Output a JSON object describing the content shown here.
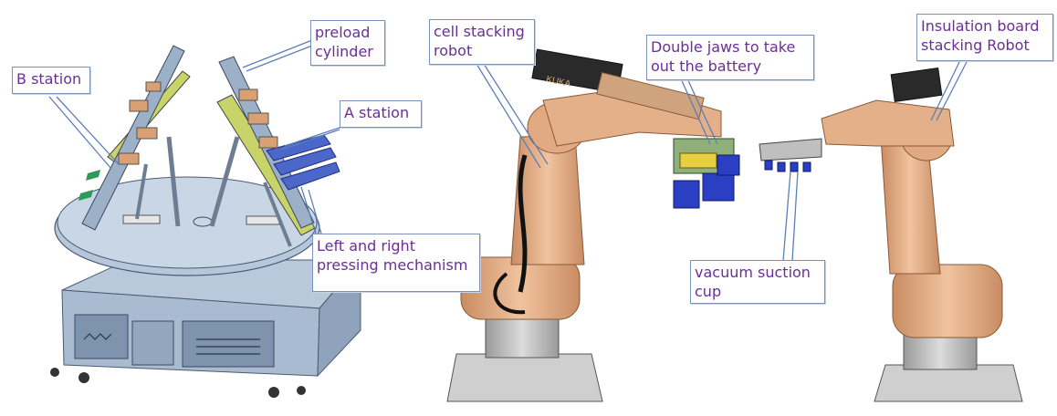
{
  "labels": {
    "b_station": "B station",
    "preload_cylinder": "preload\ncylinder",
    "a_station": "A station",
    "pressing": "Left and right\npressing mechanism",
    "cell_robot": "cell stacking\nrobot",
    "double_jaws": "Double jaws to take\nout the battery",
    "vacuum": "vacuum suction\ncup",
    "insulation_robot": "Insulation board\nstacking Robot"
  },
  "robot_brand": "KUKA",
  "colors": {
    "label_text": "#6a2f97",
    "callout_border": "#7a93b8",
    "leader": "#5b7fb8",
    "robot_orange": "#e4b08a",
    "robot_shadow": "#c98c62",
    "frame_blue": "#9cb0c8",
    "frame_dark": "#5d6f86",
    "plate_green": "#c8d46a",
    "battery_blue": "#2a3fc4",
    "gripper_yellow": "#e8d040"
  }
}
